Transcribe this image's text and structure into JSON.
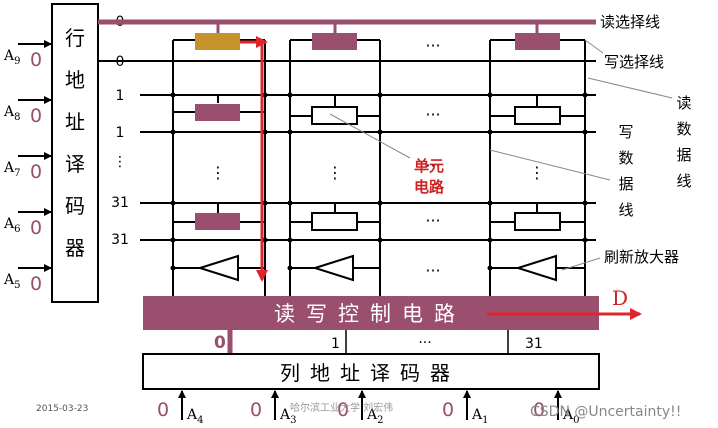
{
  "row_decoder": {
    "title_chars": [
      "行",
      "地",
      "址",
      "译",
      "码",
      "器"
    ],
    "row_numbers": [
      "0",
      "0",
      "1",
      "1",
      "⋮",
      "31",
      "31"
    ],
    "inputs": [
      {
        "name": "A",
        "sub": "9",
        "value": "0"
      },
      {
        "name": "A",
        "sub": "8",
        "value": "0"
      },
      {
        "name": "A",
        "sub": "7",
        "value": "0"
      },
      {
        "name": "A",
        "sub": "6",
        "value": "0"
      },
      {
        "name": "A",
        "sub": "5",
        "value": "0"
      }
    ]
  },
  "array": {
    "row_dots": "⋮",
    "col_dots": "···",
    "cell_label": "单元\n电路"
  },
  "right_labels": {
    "read_select": "读选择线",
    "write_select": "写选择线",
    "read_data": "读数据线",
    "write_data": "写数据线",
    "refresh_amp": "刷新放大器"
  },
  "control_bar": {
    "label": "读写控制电路",
    "output": "D"
  },
  "col_numbers": {
    "first": "0",
    "second": "1",
    "dots": "···",
    "last": "31"
  },
  "col_decoder": {
    "label": "列地址译码器",
    "inputs": [
      {
        "name": "A",
        "sub": "4",
        "value": "0"
      },
      {
        "name": "A",
        "sub": "3",
        "value": "0"
      },
      {
        "name": "A",
        "sub": "2",
        "value": "0"
      },
      {
        "name": "A",
        "sub": "1",
        "value": "0"
      },
      {
        "name": "A",
        "sub": "0",
        "value": "0"
      }
    ]
  },
  "footer": {
    "date": "2015-03-23",
    "institution": "哈尔滨工业大学  刘宏伟",
    "watermark": "CSDN @Uncertainty!!"
  },
  "colors": {
    "maroon": "#9b4f6e",
    "gold": "#c6922a",
    "red": "#e0242b",
    "ink": "#000000",
    "red_text": "#cc2222"
  }
}
